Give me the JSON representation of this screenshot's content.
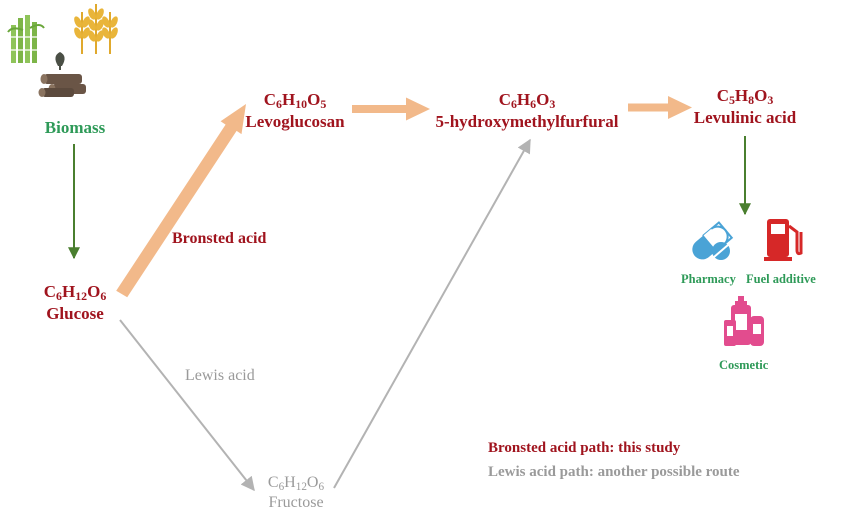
{
  "biomass": {
    "label": "Biomass"
  },
  "glucose": {
    "formula": {
      "el1": "C",
      "n1": "6",
      "el2": "H",
      "n2": "12",
      "el3": "O",
      "n3": "6"
    },
    "name": "Glucose"
  },
  "levoglucosan": {
    "formula": {
      "el1": "C",
      "n1": "6",
      "el2": "H",
      "n2": "10",
      "el3": "O",
      "n3": "5"
    },
    "name": "Levoglucosan"
  },
  "hmf": {
    "formula": {
      "el1": "C",
      "n1": "6",
      "el2": "H",
      "n2": "6",
      "el3": "O",
      "n3": "3"
    },
    "name": "5-hydroxymethylfurfural"
  },
  "levulinic": {
    "formula": {
      "el1": "C",
      "n1": "5",
      "el2": "H",
      "n2": "8",
      "el3": "O",
      "n3": "3"
    },
    "name": "Levulinic acid"
  },
  "fructose": {
    "formula": {
      "el1": "C",
      "n1": "6",
      "el2": "H",
      "n2": "12",
      "el3": "O",
      "n3": "6"
    },
    "name": "Fructose"
  },
  "arrows": {
    "bronsted": "Bronsted acid",
    "lewis": "Lewis acid"
  },
  "applications": {
    "pharmacy": "Pharmacy",
    "fuel": "Fuel additive",
    "cosmetic": "Cosmetic"
  },
  "legend": {
    "bronsted": "Bronsted acid path: this study",
    "lewis": "Lewis acid path: another possible route"
  },
  "colors": {
    "bronsted_arrow": "#f2b98a",
    "lewis_arrow": "#b3b3b3",
    "biomass_arrow": "#4a7f2f",
    "compound_text": "#a0141e",
    "grey_text": "#9a9a9a",
    "green_text": "#2e9a58"
  },
  "icons": [
    "sugarcane-icon",
    "wheat-icon",
    "wood-log-icon",
    "pill-capsule-icon",
    "fuel-pump-icon",
    "cosmetic-bottles-icon"
  ]
}
